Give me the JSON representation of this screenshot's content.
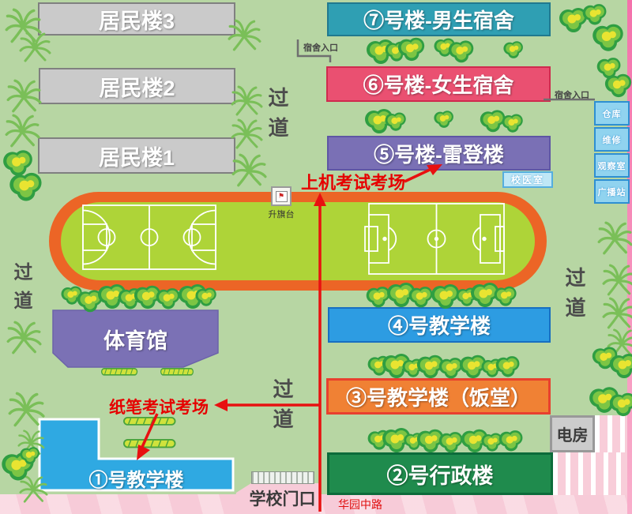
{
  "buildings": {
    "b7": "⑦号楼-男生宿舍",
    "b6": "⑥号楼-女生宿舍",
    "b5": "⑤号楼-雷登楼",
    "b4": "④号教学楼",
    "b3": "③号教学楼（饭堂）",
    "b2": "②号行政楼",
    "b1": "①号教学楼",
    "gym": "体育馆",
    "power_room": "电房",
    "residential": [
      "居民楼3",
      "居民楼2",
      "居民楼1"
    ]
  },
  "rooms": {
    "clinic": "校医室",
    "side": [
      "仓库",
      "维修",
      "观察室",
      "广播站"
    ]
  },
  "labels": {
    "passage": "过道",
    "flag_platform": "升旗台",
    "dorm_entrance": "宿舍入口",
    "school_gate": "学校门口",
    "road": "华园中路"
  },
  "annotations": {
    "computer_exam": "上机考试考场",
    "paper_exam": "纸笔考试考场"
  },
  "colors": {
    "campus_green": "#b7d6a3",
    "track_orange": "#ec6526",
    "field_green": "#aed438",
    "annotation_red": "#e60000",
    "road_pink": "#f7cbd8",
    "building_teal": "#2f9fb3",
    "building_red": "#ea5071",
    "building_purple": "#7a70b5",
    "building_blue": "#2d9ce2",
    "building_orange": "#f08134",
    "building_green": "#1f8b4d"
  }
}
